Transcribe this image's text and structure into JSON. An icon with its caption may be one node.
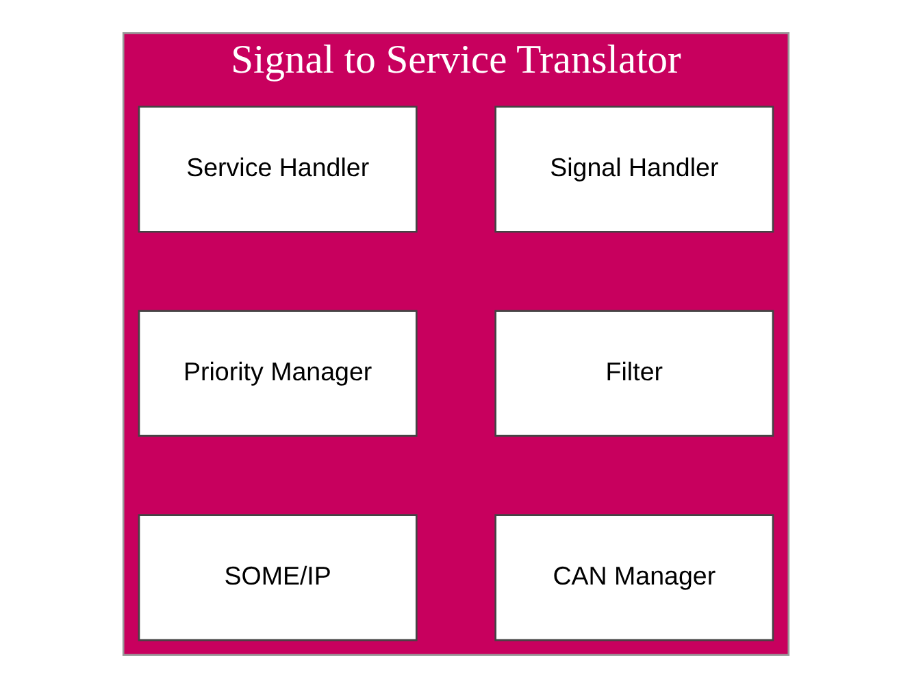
{
  "diagram": {
    "nodes": [
      {
        "text": [
          "Signal to Service Translator"
        ]
      },
      {
        "text": [
          "Signal Handler"
        ],
        "in": 0
      },
      {
        "text": [
          "Service Handler"
        ],
        "in": 0
      },
      {
        "text": [
          "Filter"
        ],
        "in": 0
      },
      {
        "text": [
          "Priority Manager"
        ],
        "in": 0
      },
      {
        "text": [
          "CAN Manager"
        ],
        "in": 0
      },
      {
        "text": [
          "SOME/IP"
        ],
        "in": 0
      }
    ],
    "edges": []
  }
}
